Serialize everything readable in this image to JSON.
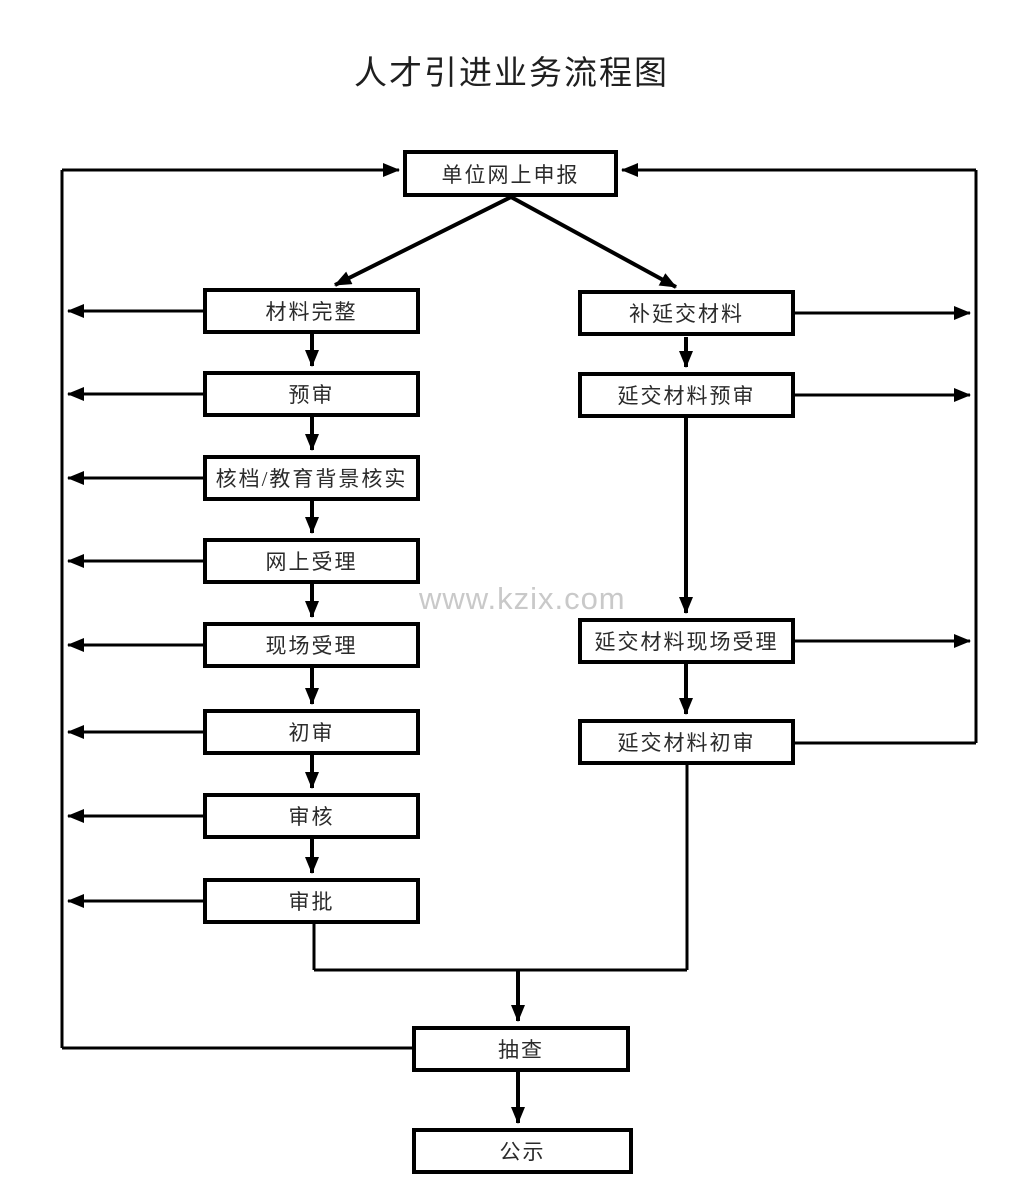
{
  "title": "人才引进业务流程图",
  "watermark": "www.kzix.com",
  "colors": {
    "background": "#ffffff",
    "line": "#000000",
    "box_border": "#000000",
    "box_fill": "#ffffff",
    "text": "#2b2b2b",
    "watermark": "#c9c9c9"
  },
  "nodes": {
    "start": {
      "label": "单位网上申报"
    },
    "left_column": [
      {
        "label": "材料完整"
      },
      {
        "label": "预审"
      },
      {
        "label": "核档/教育背景核实"
      },
      {
        "label": "网上受理"
      },
      {
        "label": "现场受理"
      },
      {
        "label": "初审"
      },
      {
        "label": "审核"
      },
      {
        "label": "审批"
      }
    ],
    "right_column": [
      {
        "label": "补延交材料"
      },
      {
        "label": "延交材料预审"
      },
      {
        "label": "延交材料现场受理"
      },
      {
        "label": "延交材料初审"
      }
    ],
    "bottom": [
      {
        "label": "抽查"
      },
      {
        "label": "公示"
      }
    ]
  },
  "edges": [
    {
      "from": "单位网上申报",
      "to": "材料完整"
    },
    {
      "from": "单位网上申报",
      "to": "补延交材料"
    },
    {
      "from": "材料完整",
      "to": "预审"
    },
    {
      "from": "预审",
      "to": "核档/教育背景核实"
    },
    {
      "from": "核档/教育背景核实",
      "to": "网上受理"
    },
    {
      "from": "网上受理",
      "to": "现场受理"
    },
    {
      "from": "现场受理",
      "to": "初审"
    },
    {
      "from": "初审",
      "to": "审核"
    },
    {
      "from": "审核",
      "to": "审批"
    },
    {
      "from": "补延交材料",
      "to": "延交材料预审"
    },
    {
      "from": "延交材料预审",
      "to": "延交材料现场受理"
    },
    {
      "from": "延交材料现场受理",
      "to": "延交材料初审"
    },
    {
      "from": "材料完整",
      "to": "单位网上申报",
      "via": "left-return-bus"
    },
    {
      "from": "预审",
      "to": "单位网上申报",
      "via": "left-return-bus"
    },
    {
      "from": "核档/教育背景核实",
      "to": "单位网上申报",
      "via": "left-return-bus"
    },
    {
      "from": "网上受理",
      "to": "单位网上申报",
      "via": "left-return-bus"
    },
    {
      "from": "现场受理",
      "to": "单位网上申报",
      "via": "left-return-bus"
    },
    {
      "from": "初审",
      "to": "单位网上申报",
      "via": "left-return-bus"
    },
    {
      "from": "审核",
      "to": "单位网上申报",
      "via": "left-return-bus"
    },
    {
      "from": "审批",
      "to": "单位网上申报",
      "via": "left-return-bus"
    },
    {
      "from": "补延交材料",
      "to": "单位网上申报",
      "via": "right-return-bus"
    },
    {
      "from": "延交材料预审",
      "to": "单位网上申报",
      "via": "right-return-bus"
    },
    {
      "from": "延交材料现场受理",
      "to": "单位网上申报",
      "via": "right-return-bus"
    },
    {
      "from": "延交材料初审",
      "to": "单位网上申报",
      "via": "right-return-bus"
    },
    {
      "from": "审批",
      "to": "抽查"
    },
    {
      "from": "延交材料初审",
      "to": "抽查"
    },
    {
      "from": "左侧返回总线",
      "to": "抽查"
    },
    {
      "from": "抽查",
      "to": "公示"
    }
  ]
}
